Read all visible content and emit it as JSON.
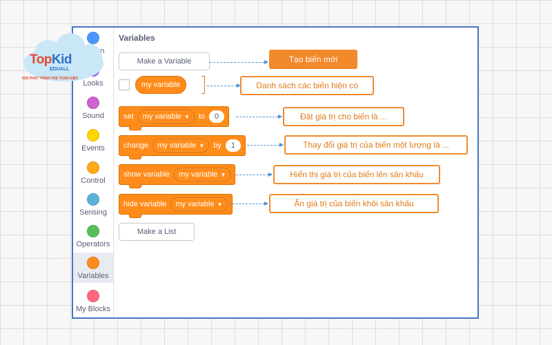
{
  "logo": {
    "brand_a": "Top",
    "brand_b": "Kid",
    "sub": "EDUALL",
    "tagline": "NƠI PHÁT TRIỂN TRẺ TOÀN DIỆN"
  },
  "sidebar": {
    "items": [
      {
        "label": "Motion",
        "color": "#4c97ff"
      },
      {
        "label": "Looks",
        "color": "#9966ff"
      },
      {
        "label": "Sound",
        "color": "#cf63cf"
      },
      {
        "label": "Events",
        "color": "#ffd500"
      },
      {
        "label": "Control",
        "color": "#ffab19"
      },
      {
        "label": "Sensing",
        "color": "#5cb1d6"
      },
      {
        "label": "Operators",
        "color": "#59c059"
      },
      {
        "label": "Variables",
        "color": "#ff8c1a"
      },
      {
        "label": "My Blocks",
        "color": "#ff6680"
      }
    ]
  },
  "palette": {
    "title": "Variables",
    "make_variable": "Make a Variable",
    "variable_reporter": "my variable",
    "set_block": {
      "op": "set",
      "var": "my variable",
      "to": "to",
      "value": "0"
    },
    "change_block": {
      "op": "change",
      "var": "my variable",
      "by": "by",
      "value": "1"
    },
    "show_block": {
      "op": "show variable",
      "var": "my variable"
    },
    "hide_block": {
      "op": "hide variable",
      "var": "my variable"
    },
    "make_list": "Make a List"
  },
  "callouts": {
    "new_variable": "Tạo biến mới",
    "variable_list": "Danh sách các biến hiện có",
    "set_value": "Đặt giá trị cho biến là ...",
    "change_value": "Thay đổi giá trị của biến một lượng là ...",
    "show_value": "Hiển thị giá trị của biến lên sân khấu",
    "hide_value": "Ẩn giá trị của biến khỏi sân khấu"
  },
  "colors": {
    "accent": "#ff8c1a",
    "callout_border": "#ee8a2d",
    "frame_border": "#4a73c4",
    "arrow": "#4a90d9"
  }
}
